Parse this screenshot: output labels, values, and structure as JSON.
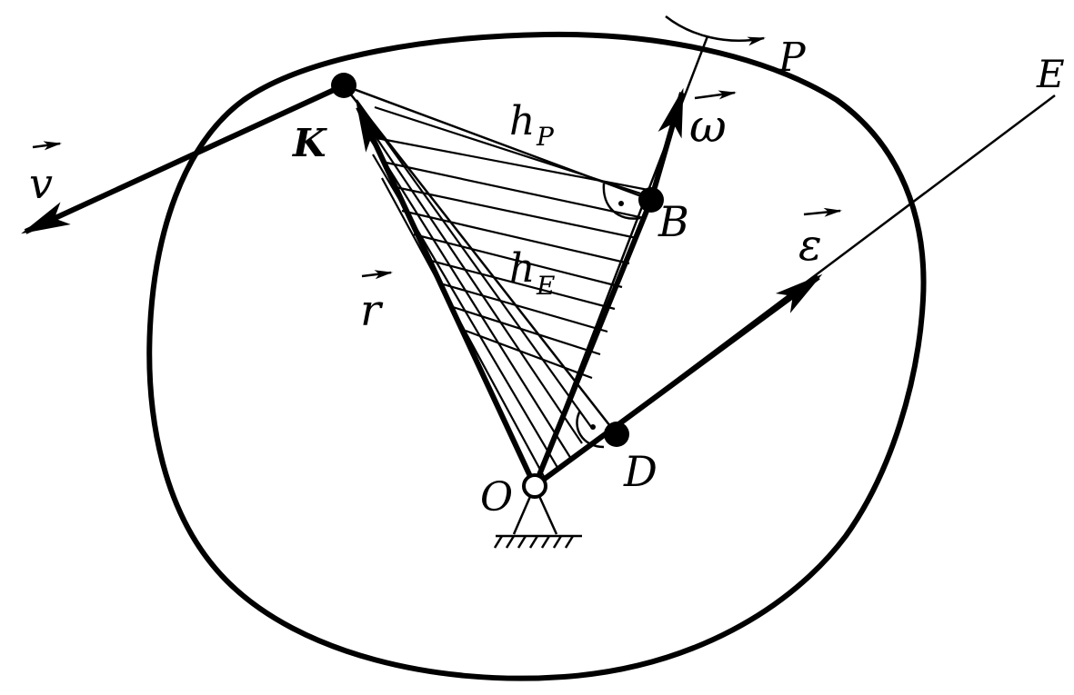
{
  "labels": {
    "K": "K",
    "B": "B",
    "D": "D",
    "O": "O",
    "P": "P",
    "E": "E",
    "v": "v",
    "omega": "ω",
    "epsilon": "ε",
    "r": "r",
    "hP": "h",
    "hP_sub": "P",
    "hE": "h",
    "hE_sub": "E"
  },
  "colors": {
    "ink": "#000000",
    "background": "#ffffff"
  }
}
